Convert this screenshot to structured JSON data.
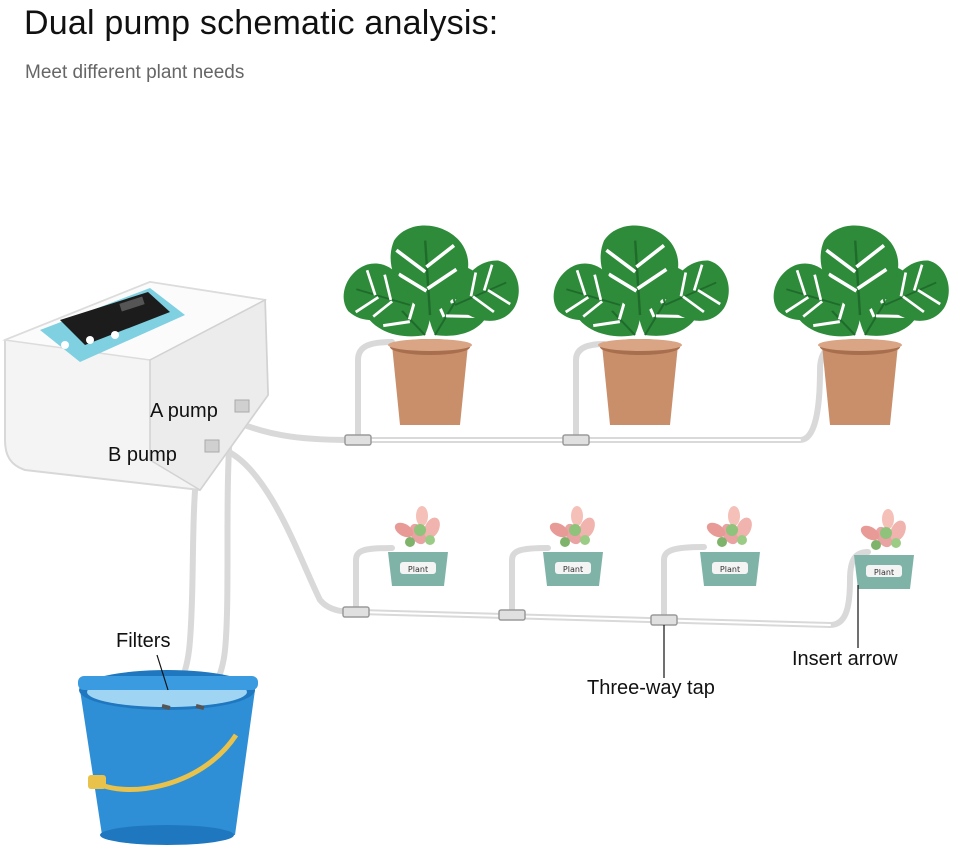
{
  "header": {
    "title": "Dual pump schematic analysis:",
    "subtitle": "Meet different plant needs"
  },
  "labels": {
    "a_pump": "A pump",
    "b_pump": "B pump",
    "filters": "Filters",
    "three_way_tap": "Three-way tap",
    "insert_arrow": "Insert arrow"
  },
  "pot_labels": {
    "succulent_tag": "Plant"
  },
  "colors": {
    "leaf": "#2e8b3a",
    "leaf_dark": "#1f6b2b",
    "terracotta_pot": "#c98e6a",
    "succulent_pot": "#7fb3a8",
    "bucket": "#2f8fd6",
    "bucket_handle": "#e8c24a",
    "tube": "#e6e6e6",
    "controller_body": "#f2f2f2",
    "controller_panel": "#7fd0e0"
  }
}
